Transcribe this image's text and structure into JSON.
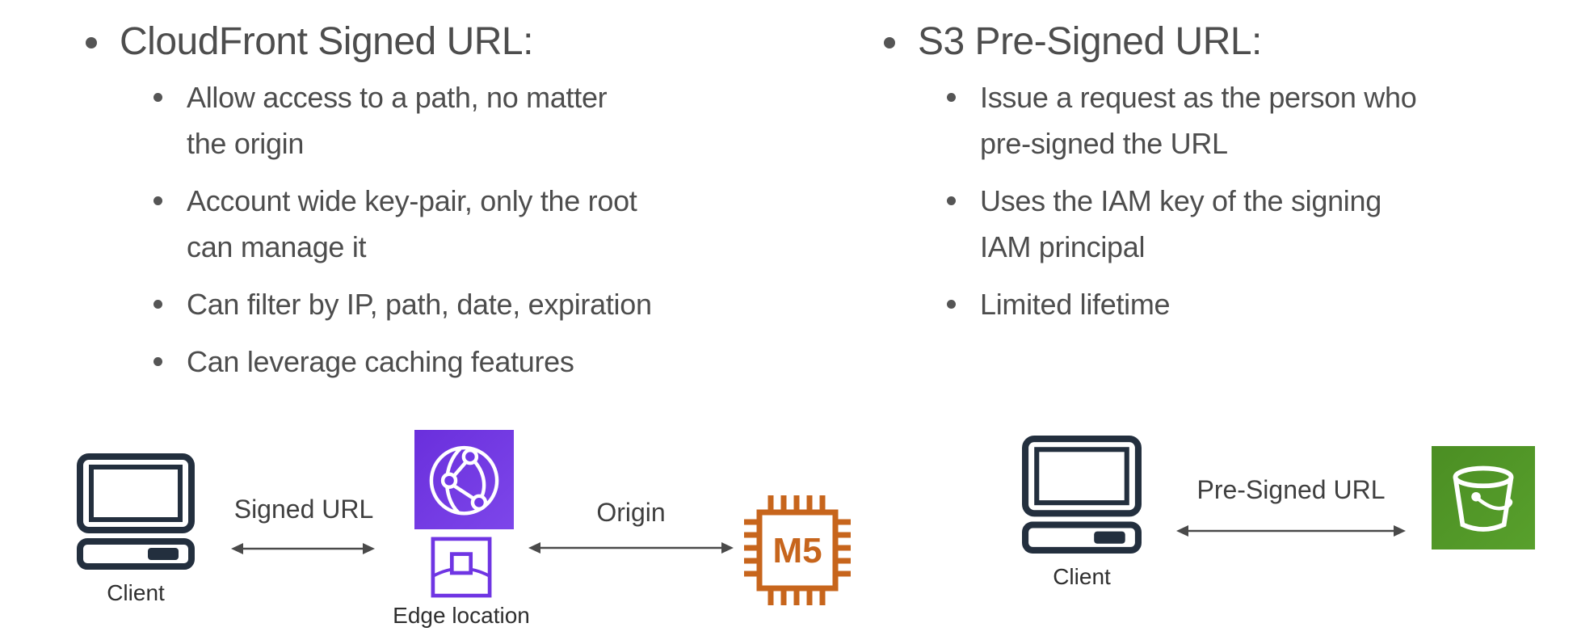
{
  "columns": [
    {
      "title": "CloudFront Signed URL:",
      "bullets": [
        "Allow access to a path, no matter\nthe origin",
        "Account wide key-pair, only the root\ncan manage it",
        "Can filter by IP, path, date, expiration",
        "Can leverage caching features"
      ]
    },
    {
      "title": "S3 Pre-Signed URL:",
      "bullets": [
        "Issue a request as the person who\npre-signed the URL",
        "Uses the IAM key of the signing\nIAM principal",
        "Limited lifetime"
      ]
    }
  ],
  "diagrams": {
    "cloudfront_flow": {
      "client_label": "Client",
      "arrow1_label": "Signed URL",
      "edge_label": "Edge location",
      "arrow2_label": "Origin",
      "instance_label": "M5"
    },
    "s3_flow": {
      "client_label": "Client",
      "arrow_label": "Pre-Signed URL"
    }
  },
  "icons": {
    "client": "client-computer-icon",
    "cloudfront": "cloudfront-globe-icon",
    "edge": "edge-location-icon",
    "instance": "ec2-m5-instance-icon",
    "bucket": "s3-bucket-icon"
  },
  "colors": {
    "text": "#4D4D4D",
    "icon_dark": "#232F3E",
    "cloudfront_purple": "#6B35E0",
    "edge_purple": "#6F35E3",
    "ec2_orange": "#C7651C",
    "s3_green": "#4F9426",
    "arrow": "#4A4A4A"
  }
}
